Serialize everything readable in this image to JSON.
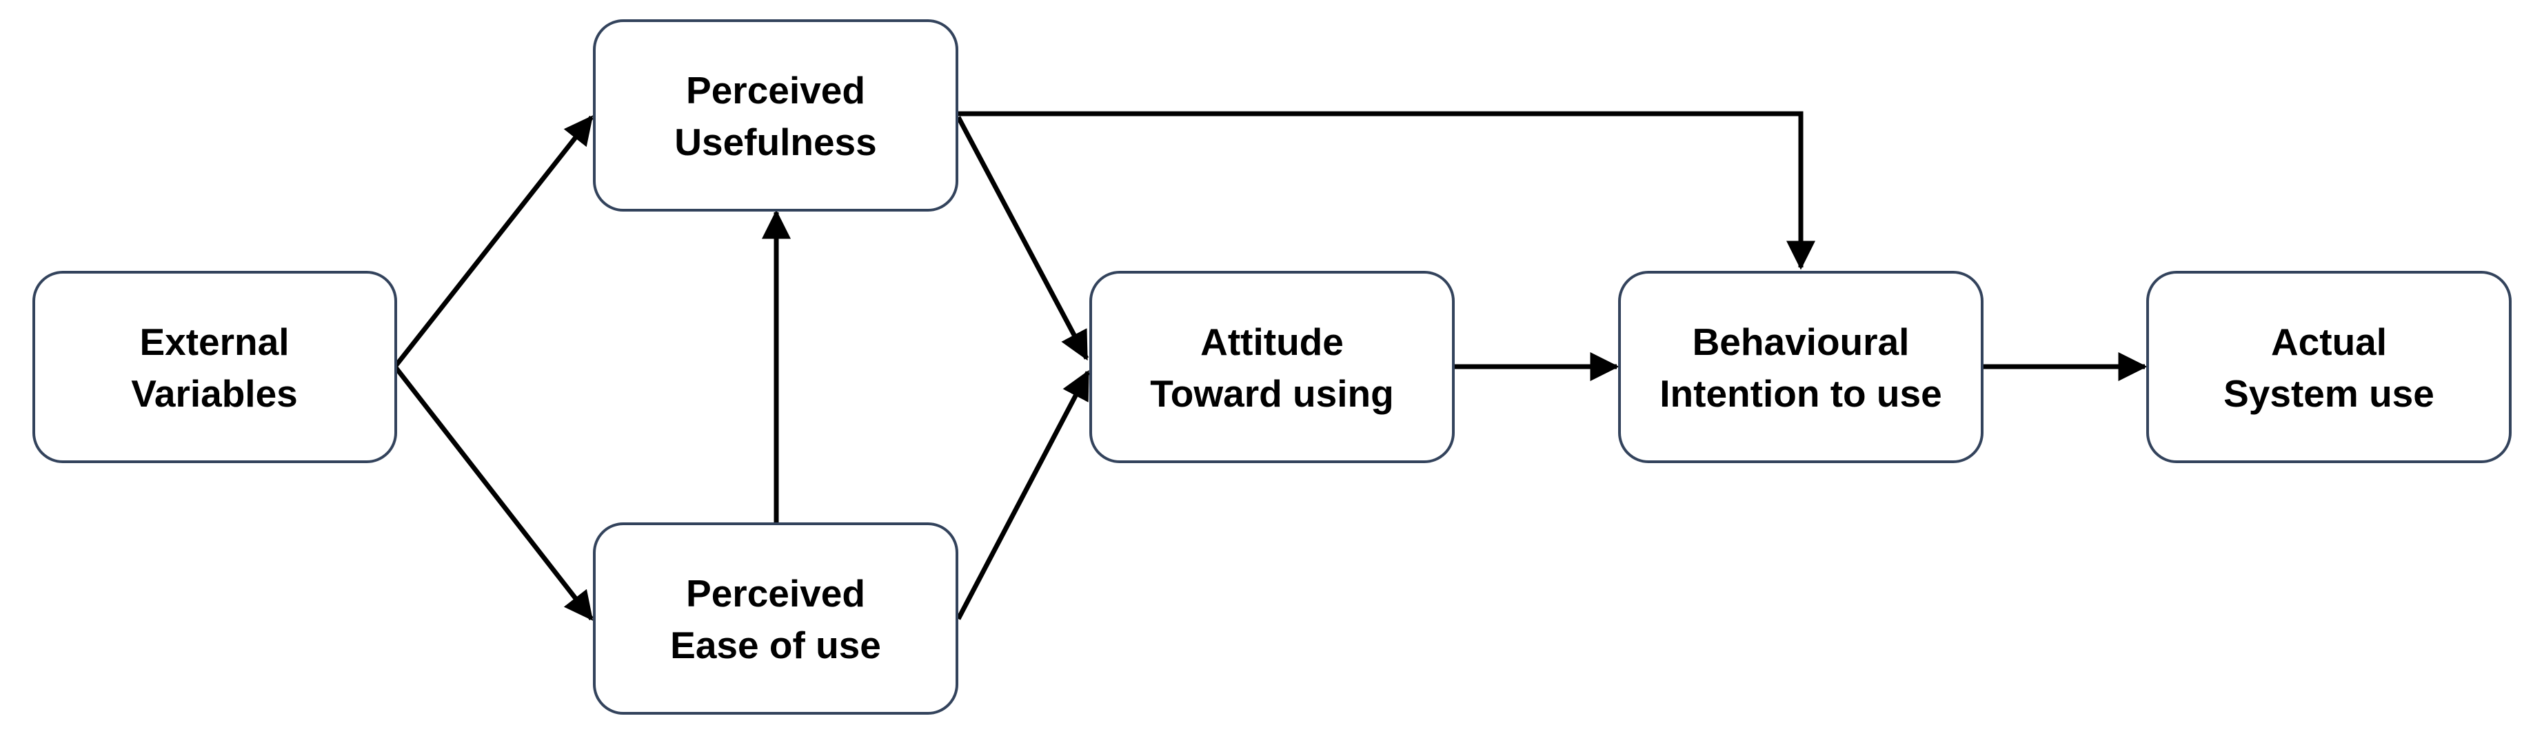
{
  "nodes": {
    "external_variables": {
      "line1": "External",
      "line2": "Variables"
    },
    "perceived_usefulness": {
      "line1": "Perceived",
      "line2": "Usefulness"
    },
    "perceived_ease_of_use": {
      "line1": "Perceived",
      "line2": "Ease of use"
    },
    "attitude_toward_using": {
      "line1": "Attitude",
      "line2": "Toward using"
    },
    "behavioural_intention": {
      "line1": "Behavioural",
      "line2": "Intention to use"
    },
    "actual_system_use": {
      "line1": "Actual",
      "line2": "System use"
    }
  },
  "colors": {
    "box_border": "#33435c",
    "box_fill": "#ffffff",
    "arrow": "#000000",
    "text": "#000000"
  }
}
